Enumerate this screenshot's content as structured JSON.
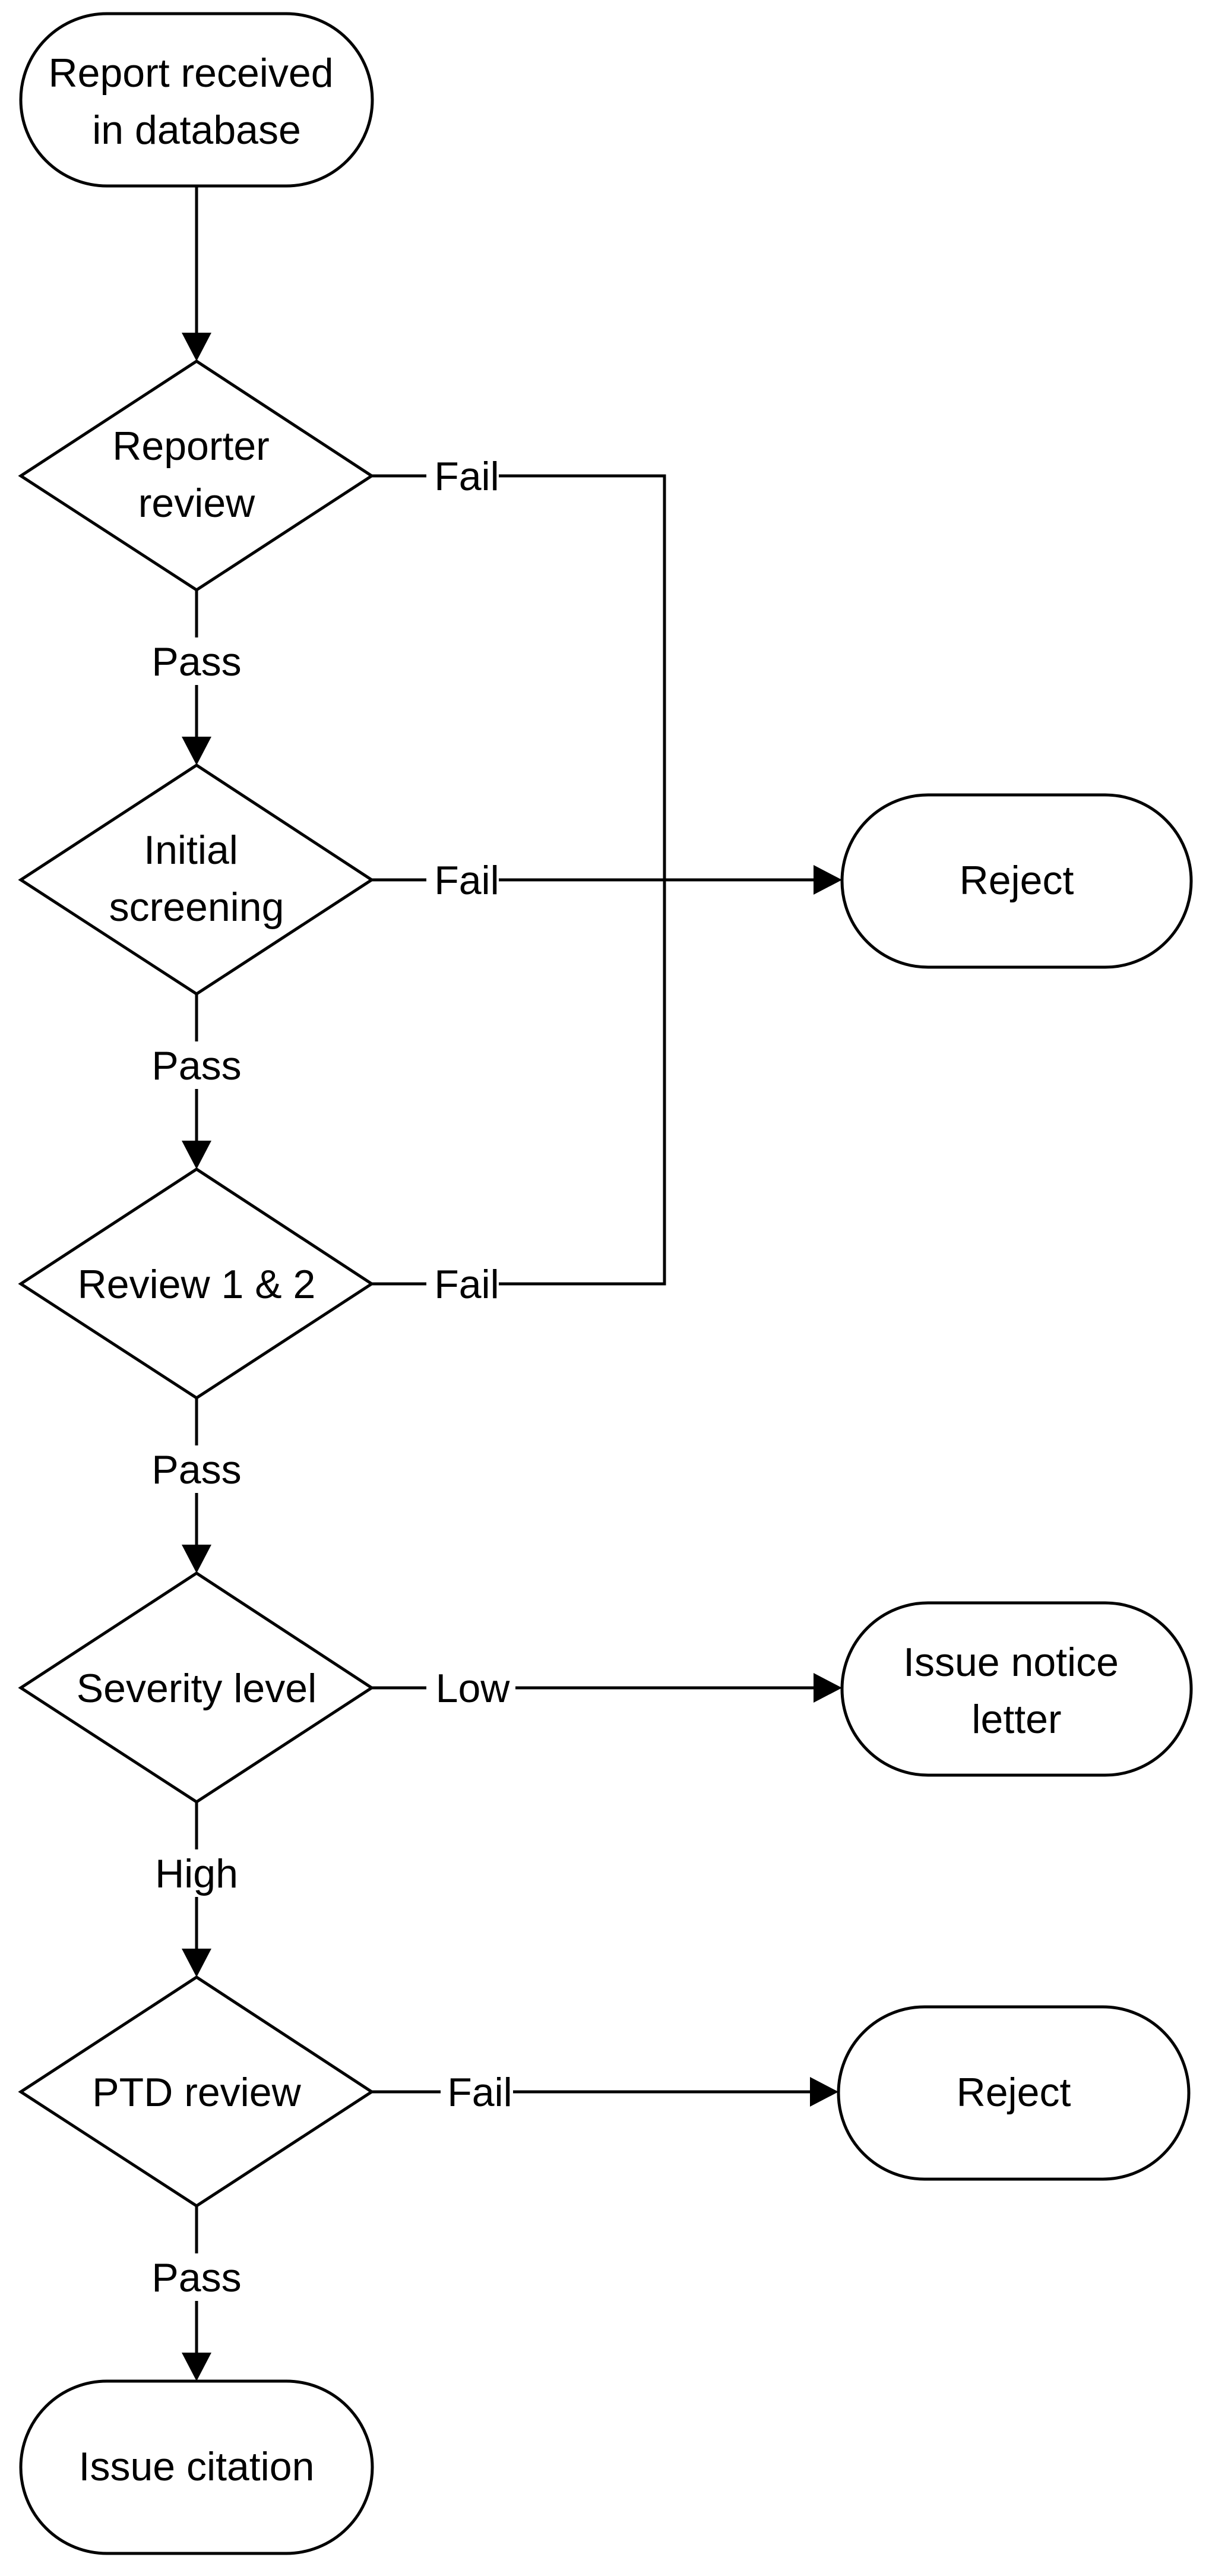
{
  "nodes": {
    "start": [
      "Report received",
      "in database"
    ],
    "reporter_review": [
      "Reporter",
      "review"
    ],
    "initial_screening": [
      "Initial",
      "screening"
    ],
    "review_1_2": [
      "Review 1 & 2"
    ],
    "severity_level": [
      "Severity level"
    ],
    "ptd_review": [
      "PTD review"
    ],
    "reject_1": [
      "Reject"
    ],
    "issue_notice_letter": [
      "Issue notice",
      "letter"
    ],
    "reject_2": [
      "Reject"
    ],
    "issue_citation": [
      "Issue citation"
    ]
  },
  "edges": {
    "reporter_review_fail": "Fail",
    "reporter_review_pass": "Pass",
    "initial_screening_fail": "Fail",
    "initial_screening_pass": "Pass",
    "review_1_2_fail": "Fail",
    "review_1_2_pass": "Pass",
    "severity_level_low": "Low",
    "severity_level_high": "High",
    "ptd_review_fail": "Fail",
    "ptd_review_pass": "Pass"
  }
}
